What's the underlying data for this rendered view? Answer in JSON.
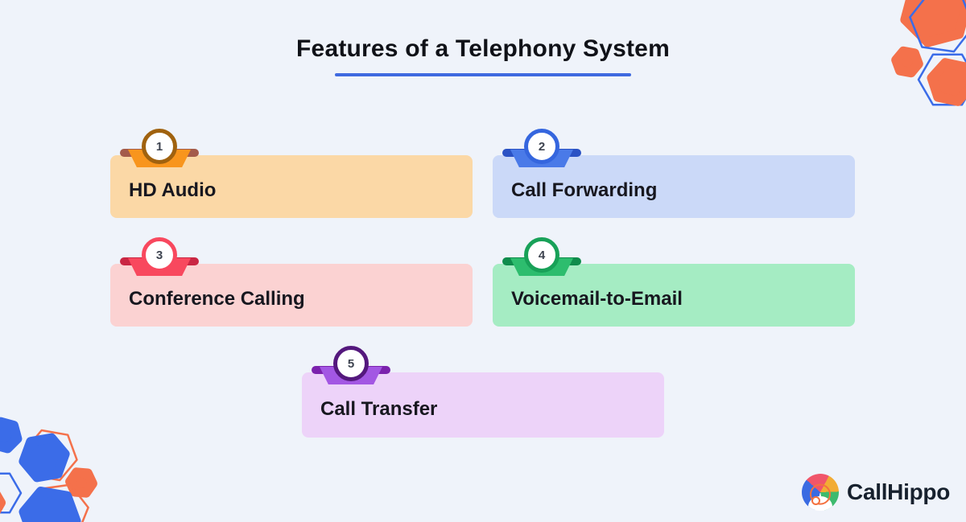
{
  "title": "Features of a Telephony System",
  "features": [
    {
      "number": "1",
      "label": "HD Audio",
      "card_bg": "#FBD8A6",
      "ribbon": "#F8951D",
      "ring": "#A0620F",
      "fold": "#A45B4B"
    },
    {
      "number": "2",
      "label": "Call Forwarding",
      "card_bg": "#CBD9F8",
      "ribbon": "#4A7AE8",
      "ring": "#3566DE",
      "fold": "#2B52C4"
    },
    {
      "number": "3",
      "label": "Conference Calling",
      "card_bg": "#FBD2D2",
      "ribbon": "#F8485E",
      "ring": "#F8485E",
      "fold": "#C92643"
    },
    {
      "number": "4",
      "label": "Voicemail-to-Email",
      "card_bg": "#A5ECC3",
      "ribbon": "#2DBD6E",
      "ring": "#18A158",
      "fold": "#0F8C4C"
    },
    {
      "number": "5",
      "label": "Call Transfer",
      "card_bg": "#EDD3F9",
      "ribbon": "#A357E3",
      "ring": "#54187D",
      "fold": "#7B22AD"
    }
  ],
  "brand": {
    "name": "CallHippo"
  },
  "colors": {
    "bg": "#EFF3FA",
    "accent": "#3F6AE0",
    "title_ink": "#101218",
    "card_ink": "#17171F",
    "num_ink": "#3E4450",
    "deco_blue": "#3B6CE8",
    "deco_orange": "#F4714B",
    "logo_blue": "#3A6BE2",
    "logo_red": "#F0556A",
    "logo_yellow": "#F2AC34",
    "logo_green": "#3DBA6E",
    "logo_orange": "#F4713F",
    "brand_ink": "#17212E"
  }
}
